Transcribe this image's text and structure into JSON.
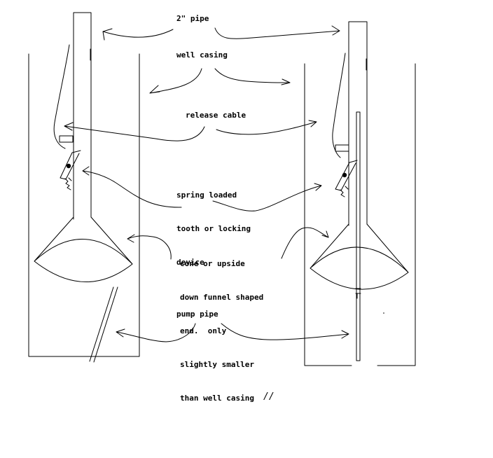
{
  "labels": {
    "pipe": "2\" pipe",
    "casing": "well casing",
    "cable": "release cable",
    "tooth": [
      "spring loaded",
      "tooth or locking",
      "device"
    ],
    "cone": [
      "cone or upside",
      "down funnel shaped",
      "end.  only",
      "slightly smaller",
      "than well casing"
    ],
    "pump": "pump pipe",
    "mark": "//"
  },
  "colors": {
    "ink": "#000000",
    "paper": "#ffffff"
  }
}
